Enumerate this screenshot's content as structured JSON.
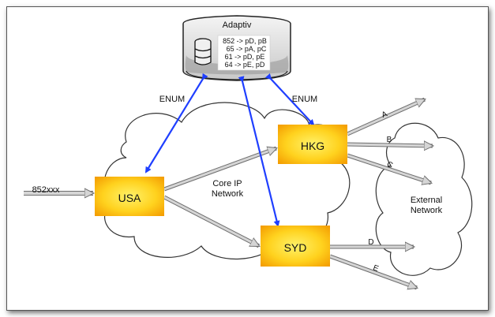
{
  "server": {
    "title": "Adaptiv",
    "routes": [
      "852 -> pD, pB",
      "65 -> pA, pC",
      "61 -> pD, pE",
      "64 -> pE, pD"
    ]
  },
  "protocol_labels": {
    "left": "ENUM",
    "right": "ENUM"
  },
  "nodes": {
    "usa": "USA",
    "hkg": "HKG",
    "syd": "SYD"
  },
  "input_label": "852xxx",
  "core_network": {
    "line1": "Core IP",
    "line2": "Network"
  },
  "external_network": {
    "line1": "External",
    "line2": "Network"
  },
  "links": {
    "a": "A",
    "b": "B",
    "c": "C",
    "d": "D",
    "e": "E"
  },
  "colors": {
    "node_center": "#FFE94A",
    "node_edge": "#F5A200",
    "enum_arrow": "#1F3FFF"
  }
}
